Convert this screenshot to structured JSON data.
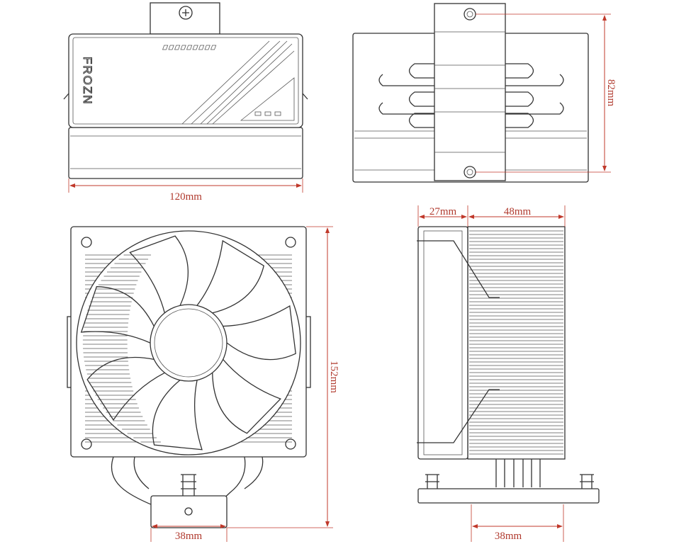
{
  "brand_logo": "FROZN",
  "colors": {
    "dimension": "#c0392b",
    "line": "#333333"
  },
  "dimensions": {
    "top_width": "120mm",
    "side_height": "82mm",
    "front_height": "152mm",
    "front_base_width": "38mm",
    "side_fan_depth": "27mm",
    "side_heatsink_depth": "48mm",
    "side_base_width": "38mm"
  }
}
